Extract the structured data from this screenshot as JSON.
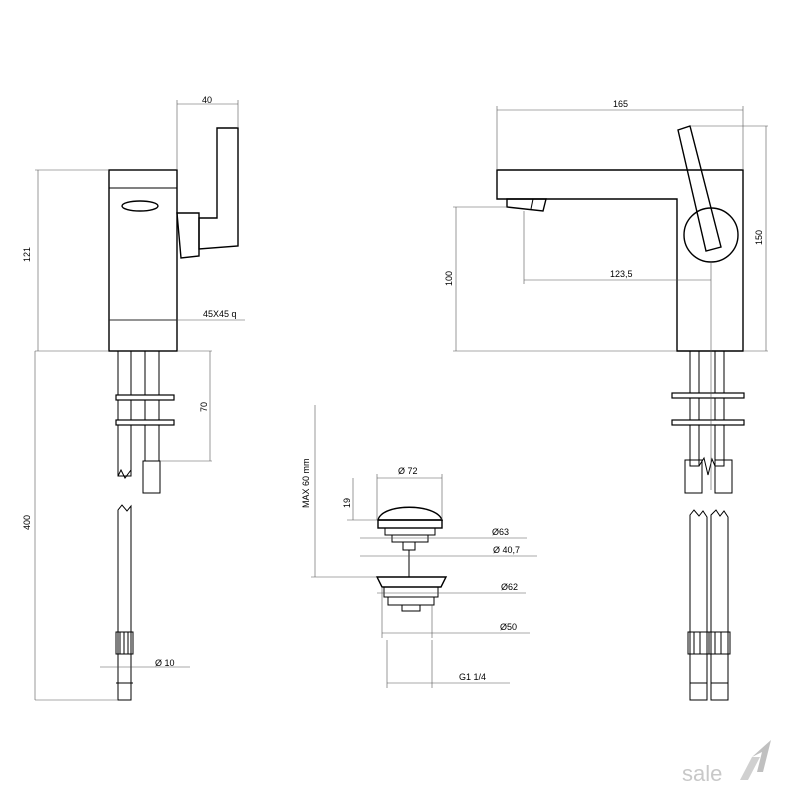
{
  "dimensions": {
    "side_width": "40",
    "side_height": "121",
    "section": "45X45 q",
    "hose_top": "70",
    "hose_length": "400",
    "hose_diameter": "Ø 10",
    "front_width": "165",
    "front_height": "150",
    "spout_height": "100",
    "spout_reach": "123,5",
    "drain_max": "MAX 60 mm",
    "drain_d72": "Ø 72",
    "drain_19": "19",
    "drain_d63": "Ø63",
    "drain_d40": "Ø 40,7",
    "drain_d62": "Ø62",
    "drain_d50": "Ø50",
    "drain_thread": "G1 1/4"
  },
  "logo": {
    "text": "sale"
  },
  "colors": {
    "line": "#000000",
    "dimension": "#555555",
    "logo": "#c8c8c8"
  }
}
